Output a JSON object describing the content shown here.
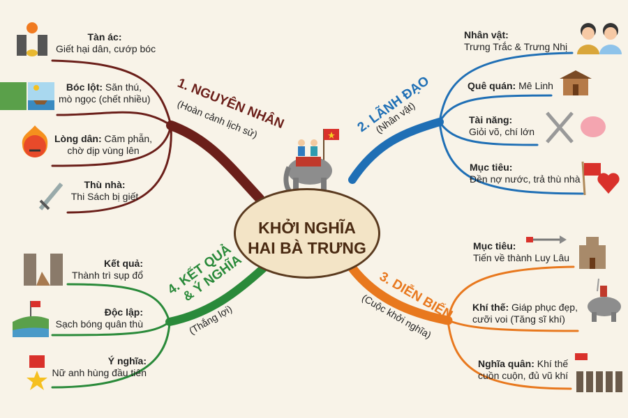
{
  "center": {
    "line1": "KHỞI NGHĨA",
    "line2": "HAI BÀ TRƯNG"
  },
  "colors": {
    "b1": "#6b1f1a",
    "b2": "#1f6fb5",
    "b3": "#e8781e",
    "b4": "#2a8a3a",
    "bg": "#f8f3e8"
  },
  "branches": [
    {
      "title": "1. NGUYÊN NHÂN",
      "subtitle": "(Hoàn cảnh lịch sử)",
      "items": [
        {
          "label": "Tàn ác:",
          "text": "Giết hại dân, cướp bóc",
          "icon": "soldiers-fire-icon"
        },
        {
          "label": "Bóc lột:",
          "text": "Săn thú,",
          "text2": "mò ngọc (chết nhiều)",
          "icon": "forest-boat-icon"
        },
        {
          "label": "Lòng dân:",
          "text": "Căm phẫn,",
          "text2": "chờ dịp vùng lên",
          "icon": "angry-face-icon"
        },
        {
          "label": "Thù nhà:",
          "text": "Thi Sách bị giết",
          "icon": "sword-icon"
        }
      ]
    },
    {
      "title": "2. LÃNH ĐẠO",
      "subtitle": "(Nhân vật)",
      "items": [
        {
          "label": "Nhân vật:",
          "text": "Trưng Trắc & Trưng Nhị",
          "icon": "two-women-icon"
        },
        {
          "label": "Quê quán:",
          "text": "Mê Linh",
          "icon": "house-icon"
        },
        {
          "label": "Tài năng:",
          "text": "Giỏi võ, chí lớn",
          "icon": "crossed-swords-brain-icon"
        },
        {
          "label": "Mục tiêu:",
          "text": "Đền nợ nước, trả thù nhà",
          "icon": "flag-heart-icon"
        }
      ]
    },
    {
      "title": "3. DIỄN BIẾN",
      "subtitle": "(Cuộc khởi nghĩa)",
      "items": [
        {
          "label": "Mục tiêu:",
          "text": "Tiến về thành Luy Lâu",
          "icon": "arrow-castle-icon"
        },
        {
          "label": "Khí thế:",
          "text": "Giáp phục đẹp,",
          "text2": "cưỡi voi (Tăng sĩ khí)",
          "icon": "war-elephant-icon"
        },
        {
          "label": "Nghĩa quân:",
          "text": "Khí thế",
          "text2": "cuồn cuộn, đủ vũ khí",
          "icon": "army-icon"
        }
      ]
    },
    {
      "title": "4. KẾT QUẢ",
      "title2": "& Ý NGHĨA",
      "subtitle": "(Thắng lợi)",
      "items": [
        {
          "label": "Kết quả:",
          "text": "Thành trì sụp đổ",
          "icon": "ruined-castle-icon"
        },
        {
          "label": "Độc lập:",
          "text": "Sạch bóng quân thù",
          "icon": "flag-landscape-icon"
        },
        {
          "label": "Ý nghĩa:",
          "text": "Nữ anh hùng đầu tiên",
          "icon": "medal-icon"
        }
      ]
    }
  ]
}
